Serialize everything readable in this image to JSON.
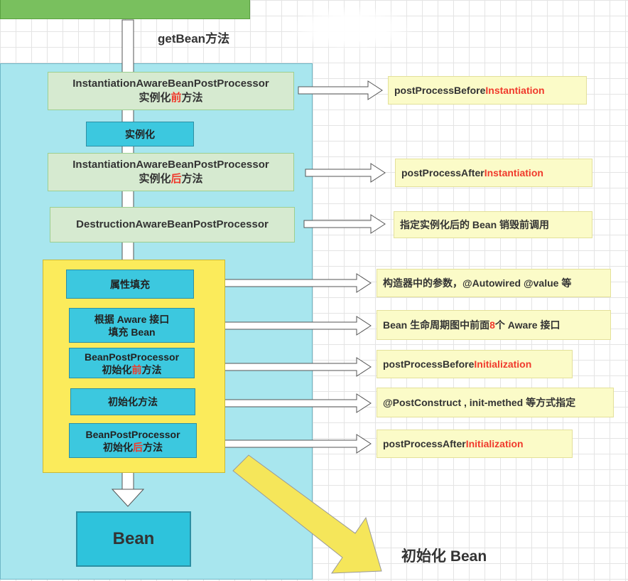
{
  "top_title": "getBean方法",
  "left_boxes": {
    "iabpp_before": {
      "line1": "InstantiationAwareBeanPostProcessor",
      "line2_pre": "实例化",
      "line2_red": "前",
      "line2_post": "方法"
    },
    "instantiate": "实例化",
    "iabpp_after": {
      "line1": "InstantiationAwareBeanPostProcessor",
      "line2_pre": "实例化",
      "line2_red": "后",
      "line2_post": "方法"
    },
    "dabpp": "DestructionAwareBeanPostProcessor"
  },
  "inner_boxes": {
    "populate": "属性填充",
    "aware": {
      "line1": "根据 Aware 接口",
      "line2": "填充 Bean"
    },
    "bpp_before": {
      "line1": "BeanPostProcessor",
      "line2_pre": "初始化",
      "line2_red": "前",
      "line2_post": "方法"
    },
    "init_method": "初始化方法",
    "bpp_after": {
      "line1": "BeanPostProcessor",
      "line2_pre": "初始化",
      "line2_red": "后",
      "line2_post": "方法"
    }
  },
  "right_boxes": {
    "r1": {
      "pre": "postProcessBefore",
      "red": "Instantiation"
    },
    "r2": {
      "pre": "postProcessAfter",
      "red": "Instantiation"
    },
    "r3": "指定实例化后的 Bean 销毁前调用",
    "r4": "构造器中的参数，@Autowired @value 等",
    "r5": {
      "pre": "Bean 生命周期图中前面 ",
      "red": "8",
      "post": " 个 Aware 接口"
    },
    "r6": {
      "pre": "postProcessBefore",
      "red": "Initialization"
    },
    "r7": "@PostConstruct , init-methed 等方式指定",
    "r8": {
      "pre": "postProcessAfter",
      "red": "Initialization"
    }
  },
  "bean_label": "Bean",
  "init_bean_label": "初始化 Bean",
  "colors": {
    "panel_cyan": "#a8e6ee",
    "green_box": "#d6ead0",
    "cyan_box": "#3cc8df",
    "yellow_panel": "#fbeb5b",
    "right_box": "#fbfbc8",
    "accent_red": "#f03a2c",
    "big_arrow": "#f5e65a"
  }
}
